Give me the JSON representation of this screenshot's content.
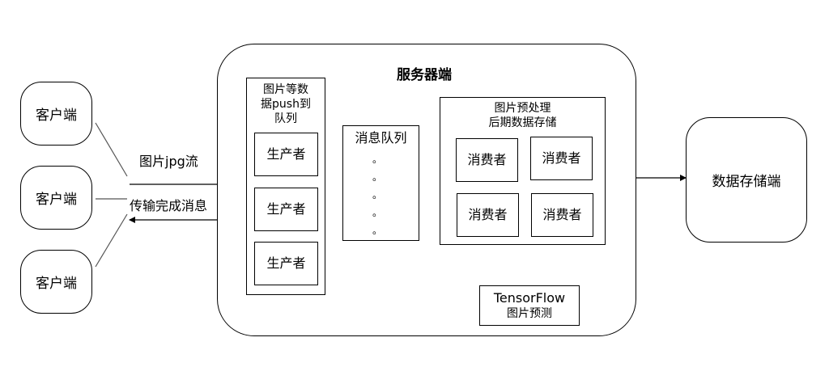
{
  "clients": [
    "客户端",
    "客户端",
    "客户端"
  ],
  "transfer_label": "图片jpg流",
  "reply_label": "传输完成消息",
  "server": {
    "title": "服务器端",
    "producer_group": {
      "caption_lines": [
        "图片等数",
        "据push到",
        "队列"
      ],
      "producers": [
        "生产者",
        "生产者",
        "生产者"
      ]
    },
    "queue": {
      "label": "消息队列",
      "dots": [
        "。",
        "。",
        "。",
        "。",
        "。"
      ]
    },
    "consumer_group": {
      "caption_lines": [
        "图片预处理",
        "后期数据存储"
      ],
      "consumers": [
        "消费者",
        "消费者",
        "消费者",
        "消费者"
      ]
    },
    "tensorflow": {
      "line1": "TensorFlow",
      "line2": "图片预测"
    }
  },
  "storage_label": "数据存储端"
}
